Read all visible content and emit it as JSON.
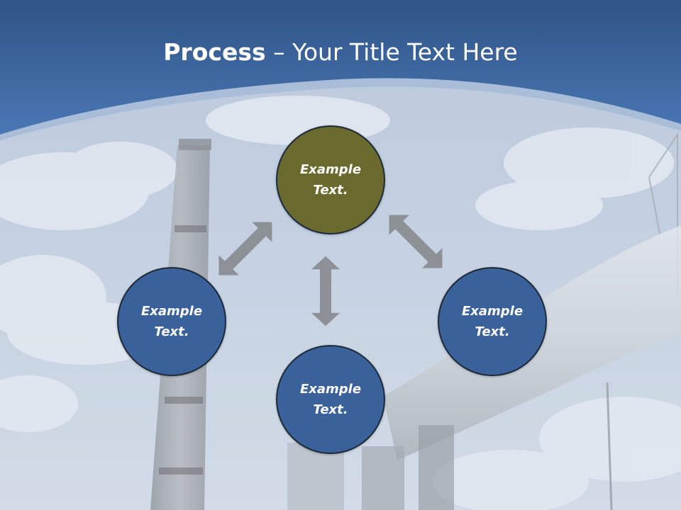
{
  "title": {
    "bold": "Process",
    "rest": " – Your Title Text Here"
  },
  "nodes": [
    {
      "id": "top",
      "text": "Example\nText.",
      "color": "#6b6a2e"
    },
    {
      "id": "left",
      "text": "Example\nText.",
      "color": "#3a6199"
    },
    {
      "id": "right",
      "text": "Example\nText.",
      "color": "#3a6199"
    },
    {
      "id": "bottom",
      "text": "Example\nText.",
      "color": "#3a6199"
    }
  ],
  "colors": {
    "header_blue": "#3a67a6",
    "arrow_gray": "#8a8e93",
    "sky": "#c6d2e2"
  }
}
